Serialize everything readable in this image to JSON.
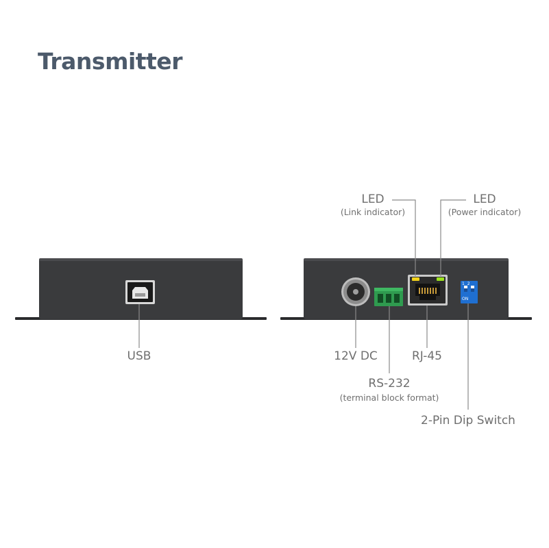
{
  "title": "Transmitter",
  "labels": {
    "usb": "USB",
    "dc": "12V DC",
    "rs232": "RS-232",
    "rs232_sub": "(terminal block format)",
    "rj45": "RJ-45",
    "dip": "2-Pin Dip Switch",
    "led_link": "LED",
    "led_link_sub": "(Link indicator)",
    "led_power": "LED",
    "led_power_sub": "(Power indicator)",
    "dip_markings": "1 2",
    "dip_on": "ON"
  },
  "colors": {
    "title": "#4c5a6b",
    "label": "#6f6f6f",
    "device_body": "#3a3b3d",
    "terminal_block": "#2f9b4f",
    "dip_switch": "#1f6fd1",
    "led_yellow": "#f2d21a",
    "led_green": "#9be21e"
  },
  "icons": [
    "usb-b-port-icon",
    "dc-jack-icon",
    "terminal-block-icon",
    "rj45-port-icon",
    "dip-switch-icon"
  ]
}
